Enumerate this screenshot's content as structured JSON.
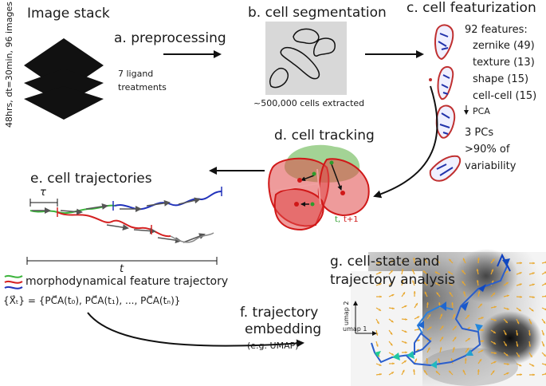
{
  "labels": {
    "image_stack": "Image stack",
    "stack_side": "48hrs, dt=30min, 96 images",
    "ligand": "7 ligand\ntreatments",
    "preprocessing": "a. preprocessing",
    "segmentation": "b. cell segmentation",
    "cells_extracted": "~500,000 cells extracted",
    "featurization": "c. cell featurization",
    "features_title": "92 features:",
    "features": [
      "zernike (49)",
      "texture (13)",
      "shape (15)",
      "cell-cell (15)"
    ],
    "pca": "PCA",
    "pcs": "3 PCs",
    "variability_1": ">90% of",
    "variability_2": "variability",
    "tracking": "d. cell tracking",
    "t_label": "t,",
    "t1_label": "t+1",
    "trajectories": "e. cell trajectories",
    "tau": "τ",
    "t_axis": "t",
    "morph_legend": "morphodynamical feature trajectory",
    "formula": "{X⃗ₜ} = {PC⃗A(t₀), PC⃗A(t₁), ..., PC⃗A(tₙ)}",
    "embedding_1": "f. trajectory",
    "embedding_2": "embedding",
    "embedding_3": "(e.g. UMAP)",
    "analysis_1": "g. cell-state and",
    "analysis_2": "trajectory analysis",
    "umap1": "umap 1",
    "umap2": "umap 2"
  },
  "colors": {
    "trajectory_green": "#3cb43c",
    "trajectory_red": "#d42020",
    "trajectory_blue": "#2233bb",
    "arrow_gray": "#666666",
    "tracking_green": "#8cc87a",
    "tracking_red": "#e04848",
    "flow_orange": "#e8a830",
    "umap_blue": "#1060c0",
    "umap_teal": "#20c0b0"
  }
}
